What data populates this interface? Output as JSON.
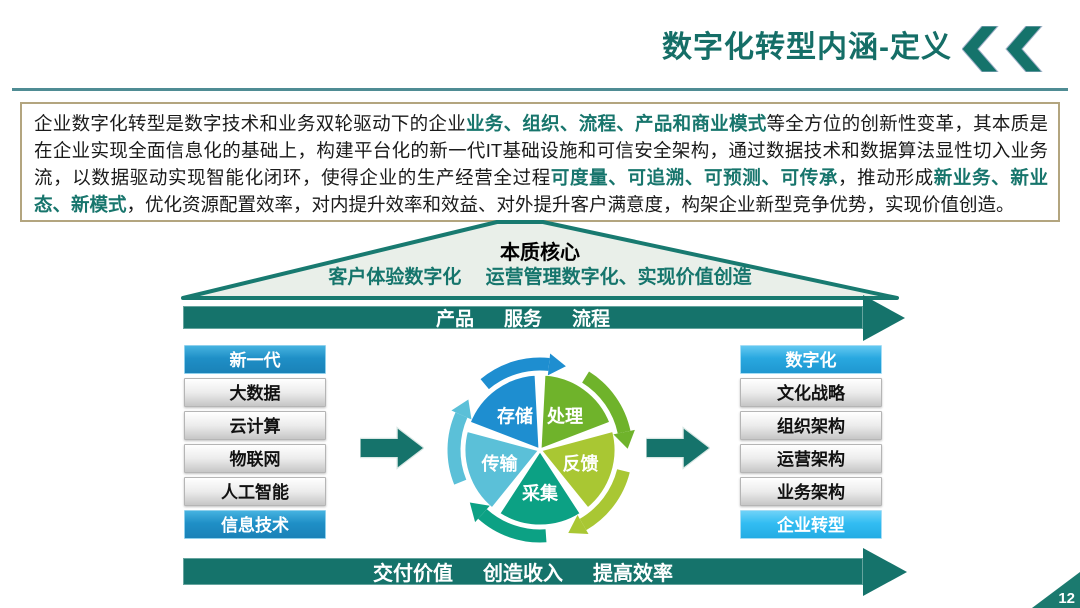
{
  "header": {
    "title": "数字化转型内涵-定义"
  },
  "definition": {
    "segments": [
      {
        "text": "企业数字化转型是数字技术和业务双轮驱动下的企业",
        "highlight": false
      },
      {
        "text": "业务、组织、流程、产品和商业模式",
        "highlight": true
      },
      {
        "text": "等全方位的创新性变革，其本质是在企业实现全面信息化的基础上，构建平台化的新一代IT基础设施和可信安全架构，通过数据技术和数据算法显性切入业务流，以数据驱动实现智能化闭环，使得企业的生产经营全过程",
        "highlight": false
      },
      {
        "text": "可度量、可追溯、可预测、可传承",
        "highlight": true
      },
      {
        "text": "，推动形成",
        "highlight": false
      },
      {
        "text": "新业务、新业态、新模式",
        "highlight": true
      },
      {
        "text": "，优化资源配置效率，对内提升效率和效益、对外提升客户满意度，构架企业新型竞争优势，实现价值创造。",
        "highlight": false
      }
    ]
  },
  "roof": {
    "title": "本质核心",
    "subtitle": "客户体验数字化　 运营管理数字化、实现价值创造"
  },
  "top_bar": {
    "labels": [
      "产品",
      "服务",
      "流程"
    ]
  },
  "bottom_bar": {
    "labels": [
      "交付价值",
      "创造收入",
      "提高效率"
    ]
  },
  "left_column": {
    "header": "新一代",
    "items": [
      "大数据",
      "云计算",
      "物联网",
      "人工智能"
    ],
    "footer": "信息技术"
  },
  "right_column": {
    "header": "数字化",
    "items": [
      "文化战略",
      "组织架构",
      "运营架构",
      "业务架构"
    ],
    "footer": "企业转型"
  },
  "cycle": {
    "segments": [
      {
        "label": "存储",
        "color": "#1e8ed0",
        "start": 90
      },
      {
        "label": "处理",
        "color": "#6fb32b",
        "start": 18
      },
      {
        "label": "反馈",
        "color": "#a9c733",
        "start": 306
      },
      {
        "label": "采集",
        "color": "#0ca184",
        "start": 234
      },
      {
        "label": "传输",
        "color": "#5bc0d8",
        "start": 162
      }
    ]
  },
  "page": {
    "number": "12"
  },
  "colors": {
    "teal_accent": "#15736b",
    "title_teal": "#156e67",
    "highlight_teal": "#17756c",
    "left_column_blue": "#1f8fc6",
    "right_header_blue": "#29a8e0",
    "right_footer_blue": "#33bdf2",
    "roof_fill": "#e9efe9",
    "paragraph_border": "#b3a57f"
  }
}
